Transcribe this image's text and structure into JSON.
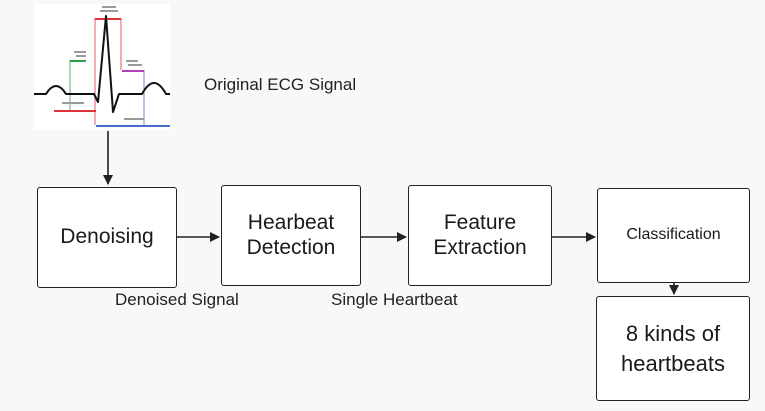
{
  "input": {
    "label": "Original ECG Signal"
  },
  "boxes": {
    "denoising": "Denoising",
    "heartbeat_detection": "Hearbeat\nDetection",
    "feature_extraction": "Feature\nExtraction",
    "classification": "Classification",
    "output": "8 kinds of\nheartbeats"
  },
  "edge_labels": {
    "denoised": "Denoised Signal",
    "single": "Single Heartbeat"
  },
  "colors": {
    "line": "#222222",
    "ecg_red": "#e0323c",
    "ecg_green": "#2f9e4a",
    "ecg_purple": "#b13fb6",
    "ecg_blue": "#4a6fc9"
  }
}
